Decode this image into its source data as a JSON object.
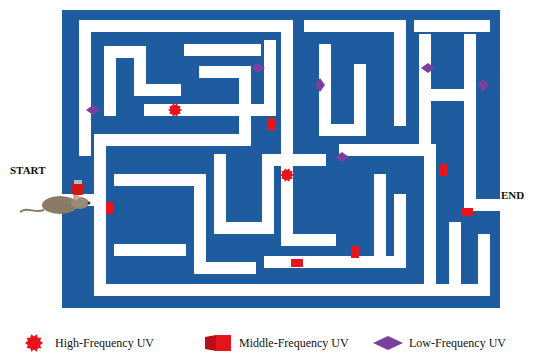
{
  "diagram": {
    "labels": [
      "START",
      "END"
    ],
    "legend": [
      {
        "text": "High-Frequency UV"
      },
      {
        "text": "Middle-Frequency UV"
      },
      {
        "text": "Low-Frequency UV"
      }
    ]
  }
}
